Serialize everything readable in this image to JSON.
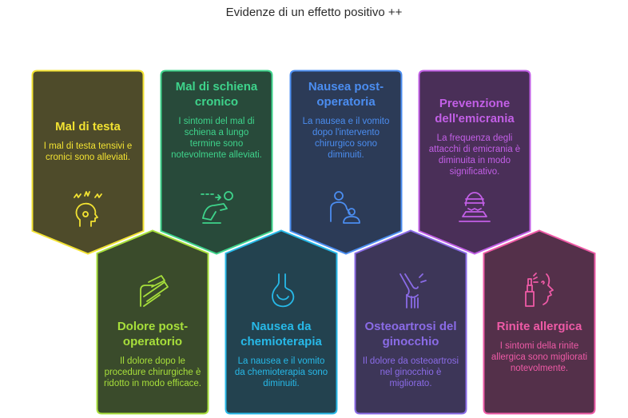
{
  "header": {
    "title": "Evidenze di un effetto positivo ++"
  },
  "cards": [
    {
      "title": "Mal di testa",
      "desc": "I mal di testa tensivi e cronici sono alleviati.",
      "icon": "headache-icon",
      "color": "#f2e232",
      "fill": "#4e4b2a"
    },
    {
      "title": "Mal di schiena cronico",
      "desc": "I sintomi del mal di schiena a lungo termine sono notevolmente alleviati.",
      "icon": "back-pain-icon",
      "color": "#3ed38b",
      "fill": "#284a3a"
    },
    {
      "title": "Nausea post-operatoria",
      "desc": "La nausea e il vomito dopo l'intervento chirurgico sono diminuiti.",
      "icon": "patient-care-icon",
      "color": "#4b8df0",
      "fill": "#2c3b57"
    },
    {
      "title": "Prevenzione dell'emicrania",
      "desc": "La frequenza degli attacchi di emicrania è diminuita in modo significativo.",
      "icon": "migraine-icon",
      "color": "#c25fe6",
      "fill": "#4a2f58"
    },
    {
      "title": "Dolore post-operatorio",
      "desc": "Il dolore dopo le procedure chirurgiche è ridotto in modo efficace.",
      "icon": "bandage-icon",
      "color": "#a7df3b",
      "fill": "#3a4b2b"
    },
    {
      "title": "Nausea da chemioterapia",
      "desc": "La nausea e il vomito da chemioterapia sono diminuiti.",
      "icon": "stomach-icon",
      "color": "#27b9e8",
      "fill": "#23424f"
    },
    {
      "title": "Osteoartrosi del ginocchio",
      "desc": "Il dolore da osteoartrosi nel ginocchio è migliorato.",
      "icon": "knee-joint-icon",
      "color": "#8a6be6",
      "fill": "#3d3658"
    },
    {
      "title": "Rinite allergica",
      "desc": "I sintomi della rinite allergica sono migliorati notevolmente.",
      "icon": "nasal-spray-icon",
      "color": "#ee5aa6",
      "fill": "#54304a"
    }
  ]
}
